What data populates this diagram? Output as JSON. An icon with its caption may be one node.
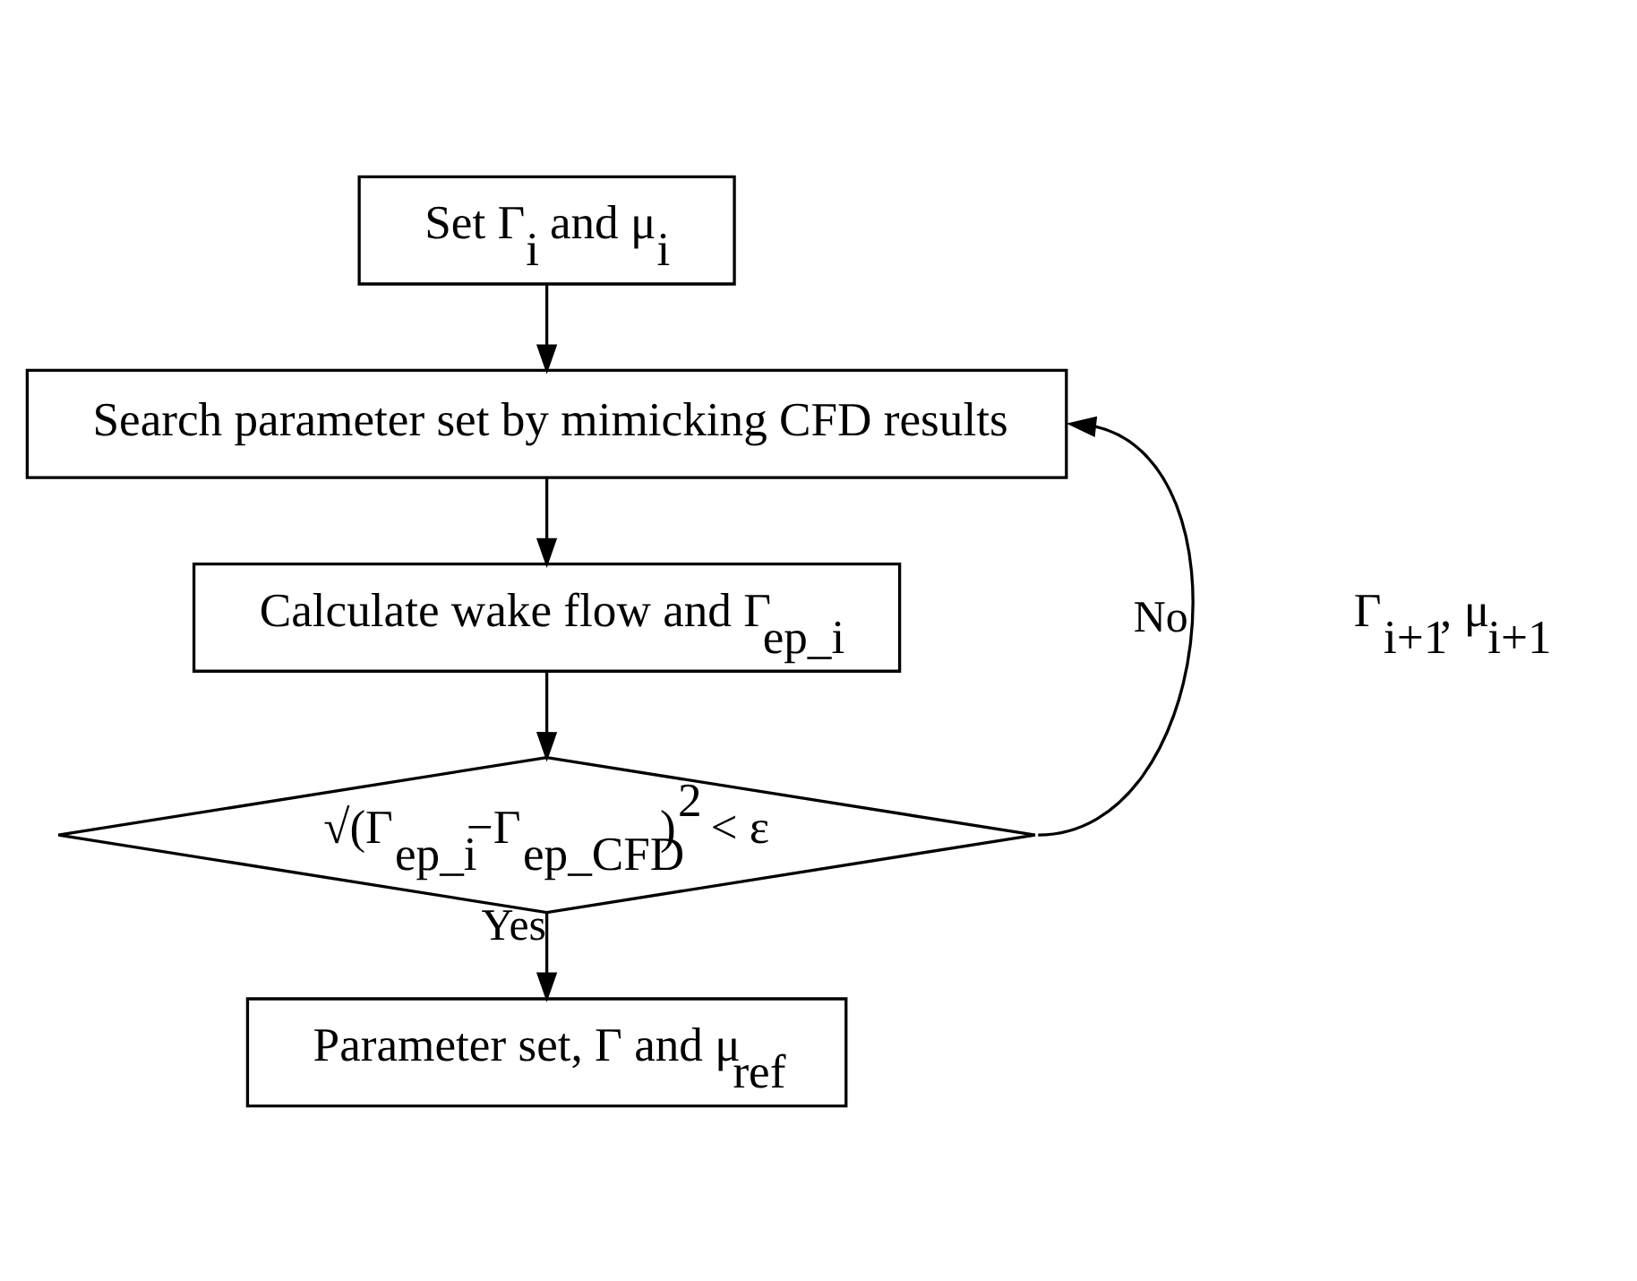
{
  "diagram": {
    "nodes": [
      {
        "text": [
          "Set Γ$_{i}$ and μ$_{i}$"
        ]
      },
      {
        "text": [
          "Search parameter set by mimicking CFD results"
        ]
      },
      {
        "text": [
          "Calculate wake flow and Γ$_{ep_i}$"
        ]
      },
      {
        "text": [
          "√(Γ$_{ep_i}$−Γ$_{ep_CFD}$)$^{2}$ < ε"
        ]
      },
      {
        "text": [
          "Parameter set, Γ and μ$_{ref}$"
        ]
      }
    ],
    "edges": [
      {
        "from": 0,
        "to": 1,
        "arrow": "to"
      },
      {
        "from": 1,
        "to": 2,
        "arrow": "to"
      },
      {
        "from": 2,
        "to": 3,
        "arrow": "to"
      },
      {
        "from": 3,
        "to": 4,
        "arrow": "to",
        "label": "Yes"
      },
      {
        "from": 3,
        "to": 1,
        "arrow": "to",
        "label": "No"
      }
    ],
    "labels": [
      "Γ$_{i+1}$, μ$_{i+1}$"
    ]
  }
}
